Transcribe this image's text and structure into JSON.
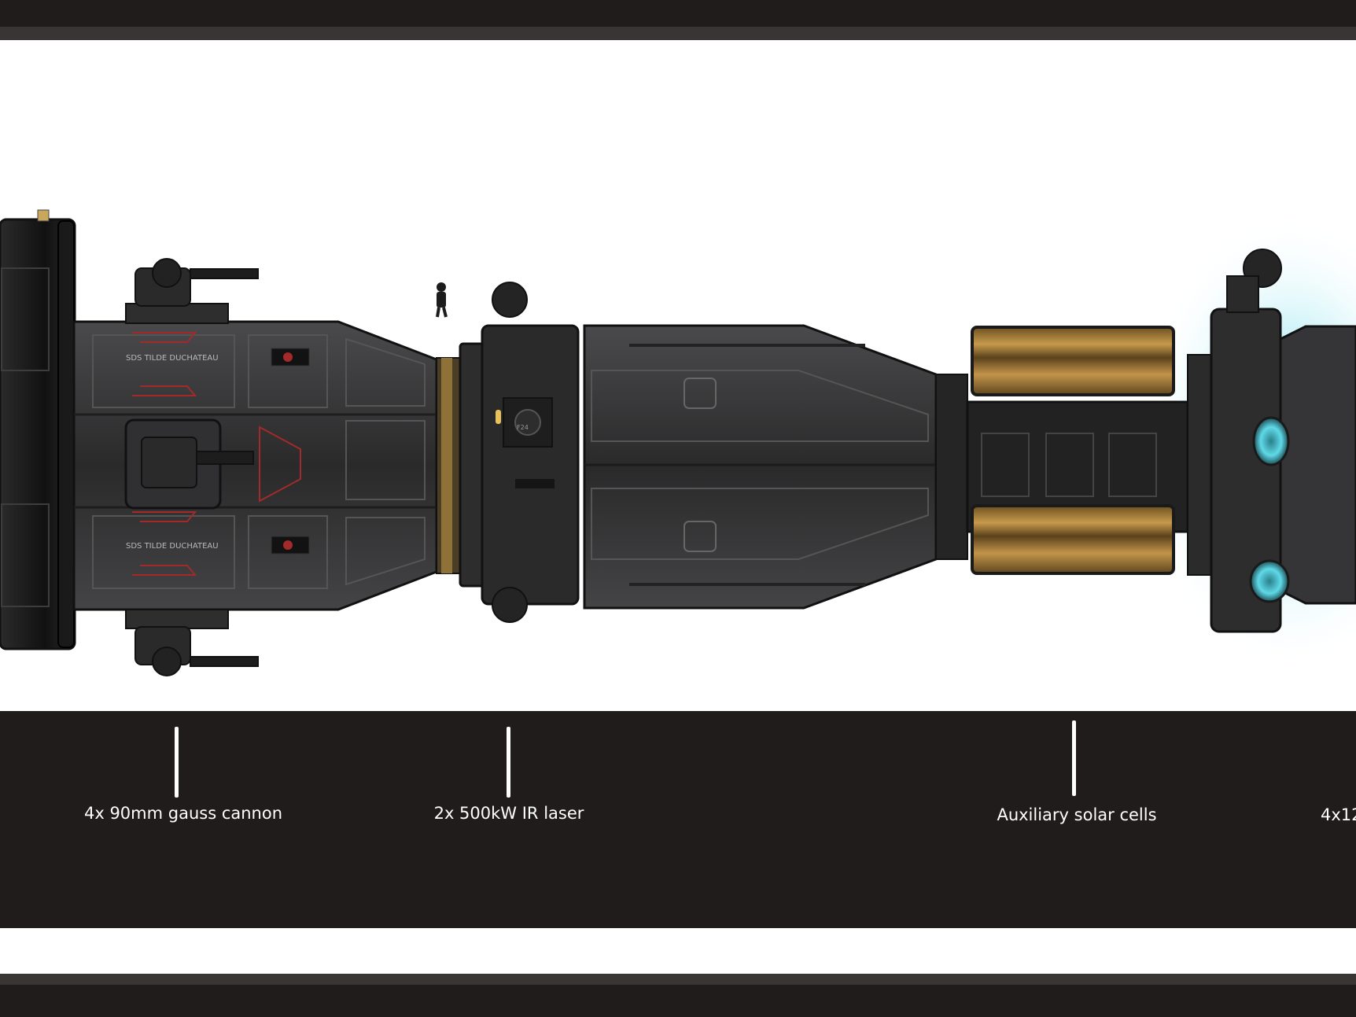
{
  "ship": {
    "hull_markings": [
      "SDS TILDE DUCHATEAU",
      "SDS TILDE DUCHATEAU"
    ],
    "section_marking": "F24"
  },
  "callouts": [
    {
      "label": "4x 90mm gauss cannon"
    },
    {
      "label": "2x 500kW IR laser"
    },
    {
      "label": "Auxiliary solar cells"
    },
    {
      "label": "4x12"
    }
  ],
  "colors": {
    "frame_dark": "#1f1c1b",
    "frame_rule": "#3a3535",
    "hull": "#3b3b3d",
    "hull_dark": "#1c1c1d",
    "solar_gold": "#a7803f",
    "thruster_glow": "#5fd9e8",
    "accent_red": "#a32a2a"
  }
}
